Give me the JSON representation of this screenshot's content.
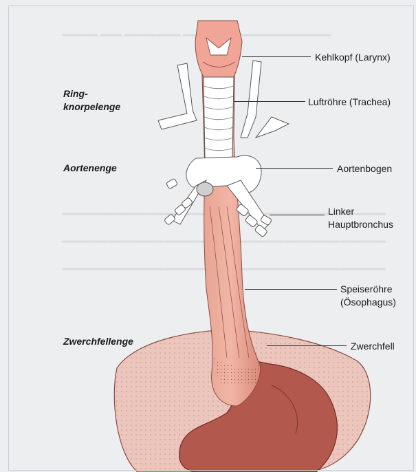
{
  "labels_left": {
    "ring_line1": "Ring-",
    "ring_line2": "knorpelenge",
    "aorta": "Aortenenge",
    "diaphragm": "Zwerchfellenge"
  },
  "labels_right": {
    "larynx": "Kehlkopf (Larynx)",
    "trachea": "Luftröhre (Trachea)",
    "aortic_arch": "Aortenbogen",
    "bronchus_line1": "Linker",
    "bronchus_line2": "Hauptbronchus",
    "esophagus_line1": "Speiseröhre",
    "esophagus_line2": "(Ösophagus)",
    "diaphragm": "Zwerchfell"
  },
  "colors": {
    "esophagus": "#d98a78",
    "stomach": "#b3584c",
    "diaphragm": "#e9c2b8",
    "larynx": "#f0a596",
    "airway": "#ffffff"
  }
}
